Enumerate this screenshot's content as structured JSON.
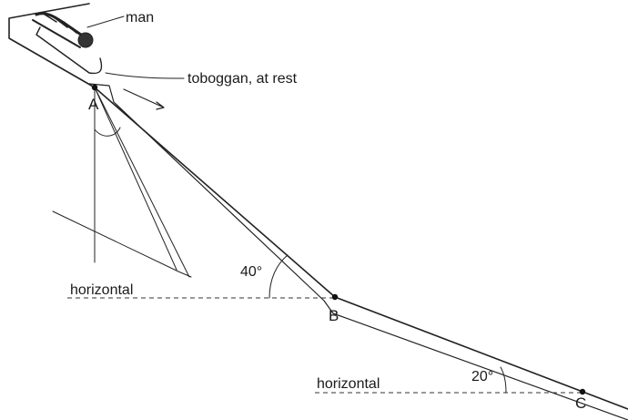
{
  "labels": {
    "man": "man",
    "toboggan": "toboggan, at rest",
    "horizontal_upper": "horizontal",
    "horizontal_lower": "horizontal",
    "angle_40": "40°",
    "angle_20": "20°",
    "point_a": "A",
    "point_b": "B",
    "point_c": "C"
  },
  "colors": {
    "ink": "#222222",
    "background": "#ffffff"
  }
}
